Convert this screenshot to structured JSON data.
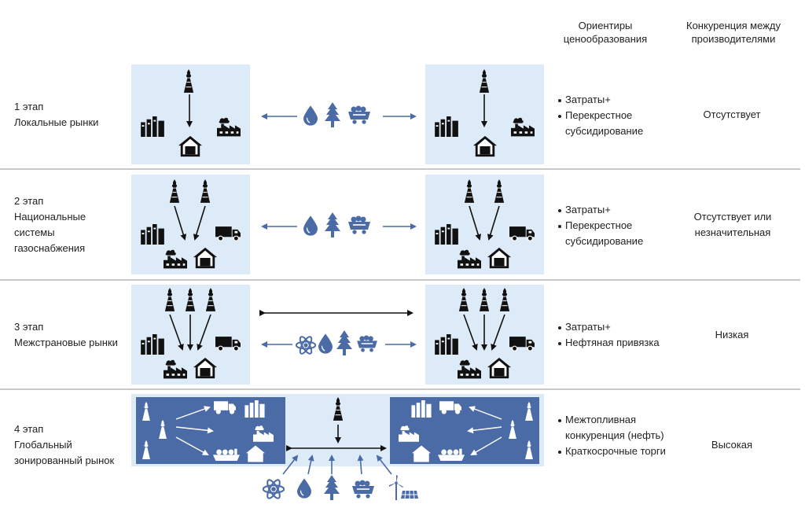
{
  "headers": {
    "pricing": "Ориентиры ценообразования",
    "competition": "Конкуренция между производителями"
  },
  "stages": [
    {
      "title_lines": [
        "1 этап",
        "Локальные рынки"
      ],
      "pricing": [
        "Затраты+",
        "Перекрестное субсидирование"
      ],
      "competition": "Отсутствует"
    },
    {
      "title_lines": [
        "2 этап",
        "Национальные",
        "системы",
        "газоснабжения"
      ],
      "pricing": [
        "Затраты+",
        "Перекрестное субсидирование"
      ],
      "competition": "Отсутствует или незначительная"
    },
    {
      "title_lines": [
        "3 этап",
        "Межстрановые рынки"
      ],
      "pricing": [
        "Затраты+",
        "Нефтяная привязка"
      ],
      "competition": "Низкая"
    },
    {
      "title_lines": [
        "4 этап",
        "Глобальный",
        "зонированный рынок"
      ],
      "pricing": [
        "Межтопливная конкуренция (нефть)",
        "Краткосрочные торги"
      ],
      "competition": "Высокая"
    }
  ],
  "icons": {
    "gas_well": "gas-well-icon",
    "house": "house-icon",
    "factory": "factory-icon",
    "plant": "industrial-plant-icon",
    "truck": "truck-icon",
    "ship": "lng-tanker-icon",
    "oil_drop": "oil-drop-icon",
    "tree": "tree-icon",
    "coal": "coal-cart-icon",
    "atom": "atom-icon",
    "wind_solar": "wind-solar-icon"
  },
  "colors": {
    "panel_light": "#ddeaf8",
    "panel_dark": "#4a6ba6",
    "accent_blue": "#4a6ba6",
    "icon_dark": "#111111",
    "separator": "#c9c9c9"
  }
}
